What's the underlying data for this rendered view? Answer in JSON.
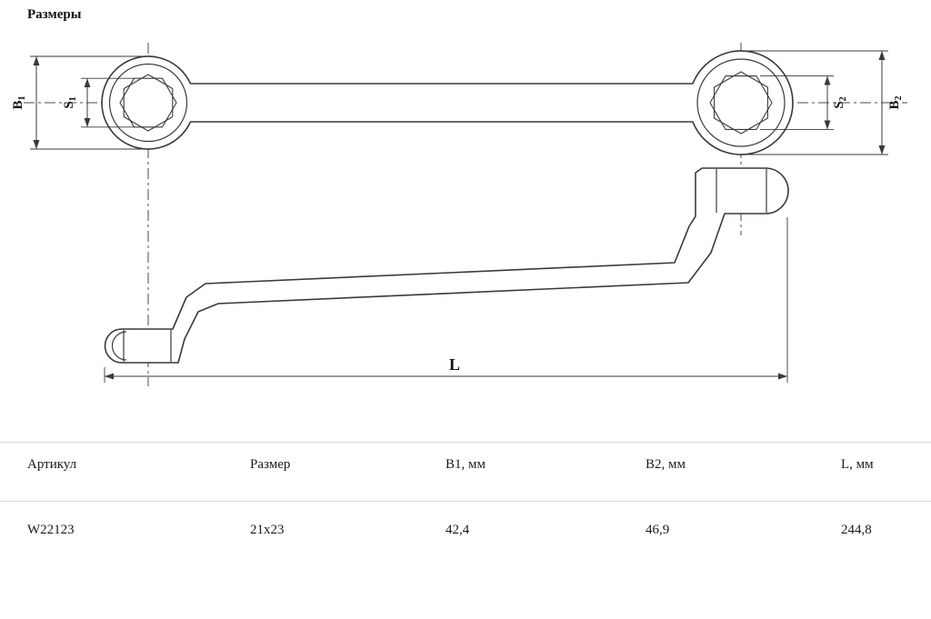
{
  "page": {
    "title": "Размеры"
  },
  "diagram": {
    "labels": {
      "b1": {
        "base": "B",
        "sub": "1"
      },
      "s1": {
        "base": "S",
        "sub": "1"
      },
      "s2": {
        "base": "S",
        "sub": "2"
      },
      "b2": {
        "base": "B",
        "sub": "2"
      },
      "l": {
        "base": "L",
        "sub": ""
      }
    }
  },
  "table": {
    "headers": [
      "Артикул",
      "Размер",
      "B1, мм",
      "B2, мм",
      "L, мм"
    ],
    "rows": [
      [
        "W22123",
        "21x23",
        "42,4",
        "46,9",
        "244,8"
      ]
    ]
  }
}
